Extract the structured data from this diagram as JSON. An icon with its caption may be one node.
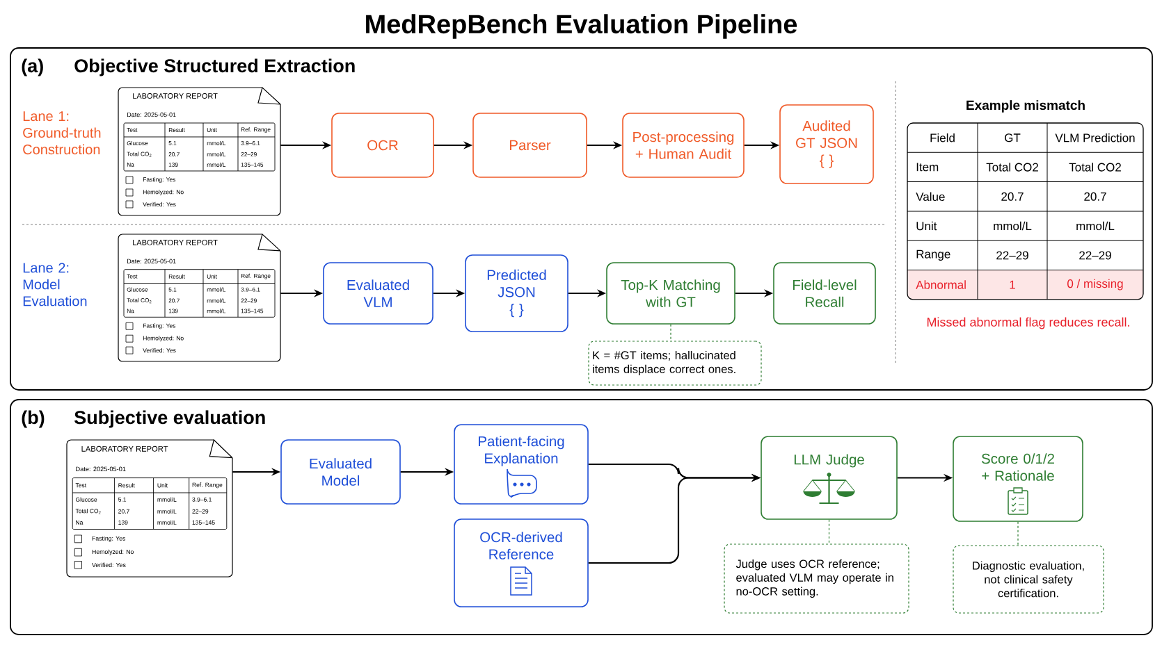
{
  "diagram": {
    "title": "MedRepBench Evaluation Pipeline",
    "nodes": [
      {
        "text": [
          "(a)",
          "Objective Structured Extraction"
        ]
      },
      {
        "text": [
          "(b)",
          "Subjective evaluation"
        ]
      },
      {
        "text": [
          "LABORATORY REPORT",
          "Date: 2025-05-01",
          "Test",
          "Result",
          "Unit",
          "Ref. Range",
          "Glucose",
          "5.1",
          "mmol/L",
          "3.9–6.1",
          "Total CO$_{2}$",
          "20.7",
          "mmol/L",
          "22–29",
          "Na",
          "139",
          "mmol/L",
          "135–145",
          "Fasting: Yes",
          "Hemolyzed: No",
          "Verified: Yes"
        ],
        "in": 0
      },
      {
        "text": [
          "OCR"
        ],
        "in": 0
      },
      {
        "text": [
          "Parser"
        ],
        "in": 0
      },
      {
        "text": [
          "Post-processing + Human Audit"
        ],
        "in": 0
      },
      {
        "text": [
          "Audited GT JSON",
          "{ }"
        ],
        "in": 0
      },
      {
        "text": [
          "LABORATORY REPORT",
          "Date: 2025-05-01",
          "Test",
          "Result",
          "Unit",
          "Ref. Range",
          "Glucose",
          "5.1",
          "mmol/L",
          "3.9–6.1",
          "Total CO$_{2}$",
          "20.7",
          "mmol/L",
          "22–29",
          "Na",
          "139",
          "mmol/L",
          "135–145",
          "Fasting: Yes",
          "Hemolyzed: No",
          "Verified: Yes"
        ],
        "in": 0
      },
      {
        "text": [
          "Evaluated VLM"
        ],
        "in": 0
      },
      {
        "text": [
          "Predicted JSON",
          "{ }"
        ],
        "in": 0
      },
      {
        "text": [
          "Top-K Matching with GT"
        ],
        "in": 0
      },
      {
        "text": [
          "Field-level Recall"
        ],
        "in": 0
      },
      {
        "text": [
          "K = #GT items; hallucinated items displace correct ones."
        ],
        "in": 0
      },
      {
        "text": [
          "LABORATORY REPORT",
          "Date: 2025-05-01",
          "Test",
          "Result",
          "Unit",
          "Ref. Range",
          "Glucose",
          "5.1",
          "mmol/L",
          "3.9–6.1",
          "Total CO$_{2}$",
          "20.7",
          "mmol/L",
          "22–29",
          "Na",
          "139",
          "mmol/L",
          "135–145",
          "Fasting: Yes",
          "Hemolyzed: No",
          "Verified: Yes"
        ],
        "in": 1
      },
      {
        "text": [
          "Evaluated Model"
        ],
        "in": 1
      },
      {
        "text": [
          "Patient-facing Explanation"
        ],
        "in": 1
      },
      {
        "text": [
          "OCR-derived Reference"
        ],
        "in": 1
      },
      {
        "text": [
          "LLM Judge"
        ],
        "in": 1
      },
      {
        "text": [
          "Score 0/1/2 + Rationale"
        ],
        "in": 1
      },
      {
        "text": [
          "Judge uses OCR reference; evaluated VLM may operate in no-OCR setting."
        ],
        "in": 1
      },
      {
        "text": [
          "Diagnostic evaluation, not clinical safety certification."
        ],
        "in": 1
      }
    ],
    "edges": [
      {
        "from": 2,
        "to": 3,
        "arrow": "to"
      },
      {
        "from": 3,
        "to": 4,
        "arrow": "to"
      },
      {
        "from": 4,
        "to": 5,
        "arrow": "to"
      },
      {
        "from": 5,
        "to": 6,
        "arrow": "to"
      },
      {
        "from": 7,
        "to": 8,
        "arrow": "to"
      },
      {
        "from": 8,
        "to": 9,
        "arrow": "to"
      },
      {
        "from": 9,
        "to": 10,
        "arrow": "to"
      },
      {
        "from": 10,
        "to": 11,
        "arrow": "to"
      },
      {
        "from": 10,
        "to": 12,
        "arrow": "none",
        "style": "dashed",
        "color": "#2e7d32"
      },
      {
        "from": 13,
        "to": 14,
        "arrow": "to"
      },
      {
        "from": 14,
        "to": 15,
        "arrow": "to"
      },
      {
        "from": 15,
        "to": 17,
        "arrow": "to"
      },
      {
        "from": 16,
        "to": 17,
        "arrow": "to"
      },
      {
        "from": 17,
        "to": 18,
        "arrow": "to"
      },
      {
        "from": 17,
        "to": 19,
        "arrow": "none",
        "style": "dashed",
        "color": "#2e7d32"
      },
      {
        "from": 18,
        "to": 20,
        "arrow": "none",
        "style": "dashed",
        "color": "#2e7d32"
      }
    ],
    "labels": [
      "Lane 1: Ground-truth Construction",
      "Lane 2: Model Evaluation",
      "Example mismatch",
      "Field",
      "GT",
      "VLM Prediction",
      "Item",
      "Total CO2",
      "Total CO2",
      "Value",
      "20.7",
      "20.7",
      "Unit",
      "mmol/L",
      "mmol/L",
      "Range",
      "22–29",
      "22–29",
      "Abnormal",
      "1",
      "0 / missing",
      "Missed abnormal flag reduces recall."
    ]
  }
}
